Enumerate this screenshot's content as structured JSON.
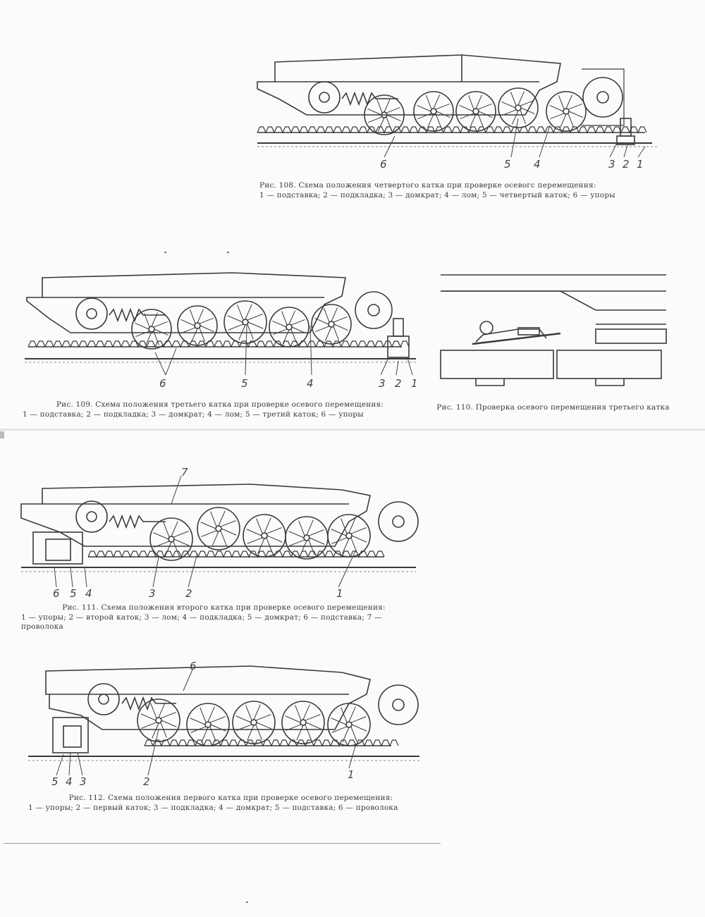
{
  "figures": [
    {
      "id": "fig108",
      "caption_title": "Рис. 108. Схема положения четвертого катка при проверке осевогс перемещения:",
      "caption_legend": "1 — подставка; 2 — подкладка; 3 — домкрат; 4 — лом; 5 — четвертый каток; 6 — упоры",
      "labels": [
        "6",
        "5",
        "4",
        "3",
        "2",
        "1"
      ]
    },
    {
      "id": "fig109",
      "caption_title": "Рис. 109. Схема положения третьего катка при проверке осевого перемещения:",
      "caption_legend": "1 — подставка; 2 — подкладка; 3 — домкрат; 4 — лом; 5 — третий каток; 6 — упоры",
      "labels": [
        "6",
        "5",
        "4",
        "3",
        "2",
        "1"
      ]
    },
    {
      "id": "fig110",
      "caption_title": "Рис. 110. Проверка осевого перемещения третьего катка",
      "caption_legend": "",
      "labels": []
    },
    {
      "id": "fig111",
      "caption_title": "Рис. 111. Схема положения второго катка при проверке осевого перемещения:",
      "caption_legend": "1 — упоры; 2 — второй каток; 3 — лом; 4 — подкладка; 5 — домкрат; 6 — подставка; 7 — проволока",
      "labels": [
        "7",
        "6",
        "5",
        "4",
        "3",
        "2",
        "1"
      ]
    },
    {
      "id": "fig112",
      "caption_title": "Рис. 112. Схема положения первого катка при проверке осевого перемещения:",
      "caption_legend": "1 — упоры; 2 — первый каток; 3 — подкладка; 4 — домкрат; 5 — подставка; 6 — проволока",
      "labels": [
        "6",
        "5",
        "4",
        "3",
        "2",
        "1"
      ]
    }
  ],
  "colors": {
    "ink": "#3a3a3a",
    "paper": "#fbfbfa"
  }
}
